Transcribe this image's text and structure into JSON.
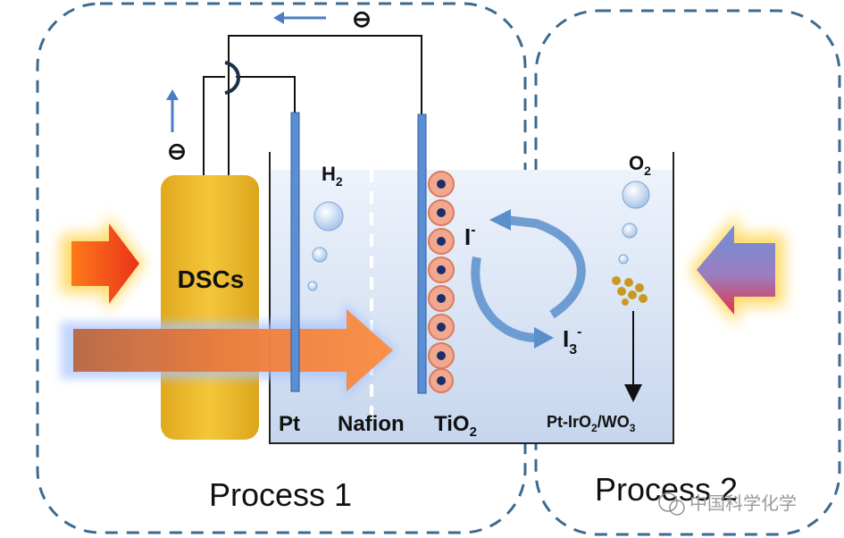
{
  "diagram": {
    "electron_symbol": "⊖",
    "dsc_label": "DSCs",
    "h2": {
      "base": "H",
      "sub": "2"
    },
    "o2": {
      "base": "O",
      "sub": "2"
    },
    "iodide": {
      "base": "I",
      "sup": "-"
    },
    "triiodide": {
      "base": "I",
      "sub": "3",
      "sup": "-"
    },
    "pt_label": "Pt",
    "nafion_label": "Nafion",
    "tio2": {
      "base": "TiO",
      "sub": "2"
    },
    "catalyst": {
      "a": "Pt-IrO",
      "a_sub": "2",
      "b": "/WO",
      "b_sub": "3"
    },
    "process1": "Process 1",
    "process2": "Process 2",
    "watermark": "中国科学化学"
  },
  "colors": {
    "dashed_border": "#3d6a8e",
    "electrode": "#5b8ed2",
    "dsc_gold": "#e8b72a",
    "bead_fill": "#f2a88f",
    "bead_core": "#1a2e6b",
    "o2_particles": "#c99a22"
  }
}
